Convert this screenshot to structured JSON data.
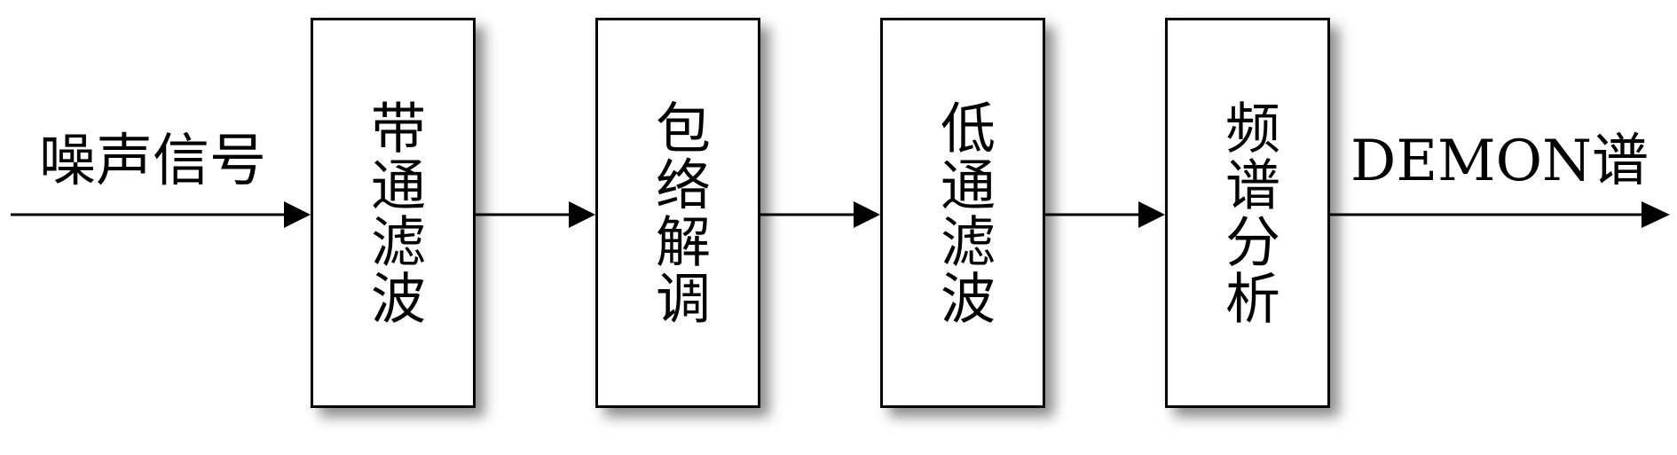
{
  "input_label": "噪声信号",
  "output_label": "DEMON谱",
  "blocks": [
    {
      "label": "带通滤波"
    },
    {
      "label": "包络解调"
    },
    {
      "label": "低通滤波"
    },
    {
      "label": "频谱分析"
    }
  ]
}
